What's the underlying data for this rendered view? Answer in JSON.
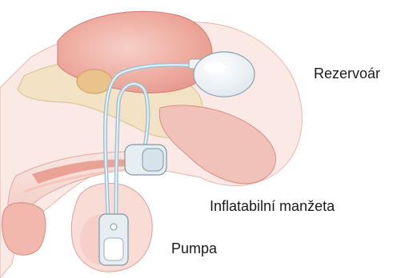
{
  "labels": {
    "reservoir": "Rezervoár",
    "cuff": "Inflatabilní manžeta",
    "pump": "Pumpa"
  },
  "colors": {
    "background": "#ffffff",
    "tissue_light": "#f7dcd6",
    "tissue_mid": "#eeb2a7",
    "tissue_dark": "#d9786e",
    "bone": "#f3e3c4",
    "device_fill": "#e6eef2",
    "device_stroke": "#8aa1ad",
    "tubing": "#9fc3d3",
    "text": "#1a1a1a"
  },
  "icons": [
    "urethral-sphincter-implant-illustration"
  ]
}
